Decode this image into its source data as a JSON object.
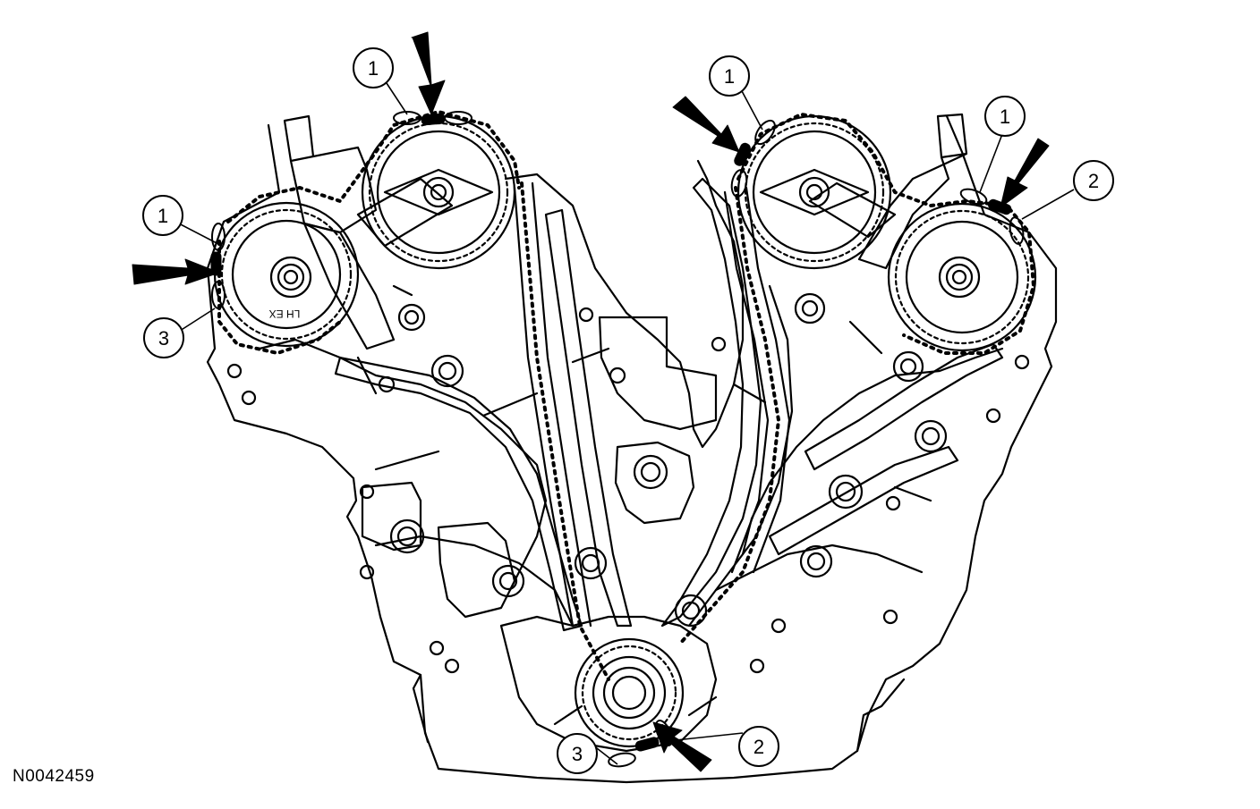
{
  "figure_id": "N0042459",
  "callouts": [
    {
      "id": "left-exhaust-1",
      "label": "1"
    },
    {
      "id": "left-intake-1",
      "label": "1"
    },
    {
      "id": "left-exhaust-3",
      "label": "3"
    },
    {
      "id": "right-intake-1",
      "label": "1"
    },
    {
      "id": "right-exhaust-1",
      "label": "1"
    },
    {
      "id": "right-exhaust-2",
      "label": "2"
    },
    {
      "id": "crank-3",
      "label": "3"
    },
    {
      "id": "crank-2",
      "label": "2"
    }
  ],
  "sprocket_stamp": "LH EX",
  "colors": {
    "line": "#000000",
    "fill": "#ffffff",
    "mark": "#000000"
  }
}
